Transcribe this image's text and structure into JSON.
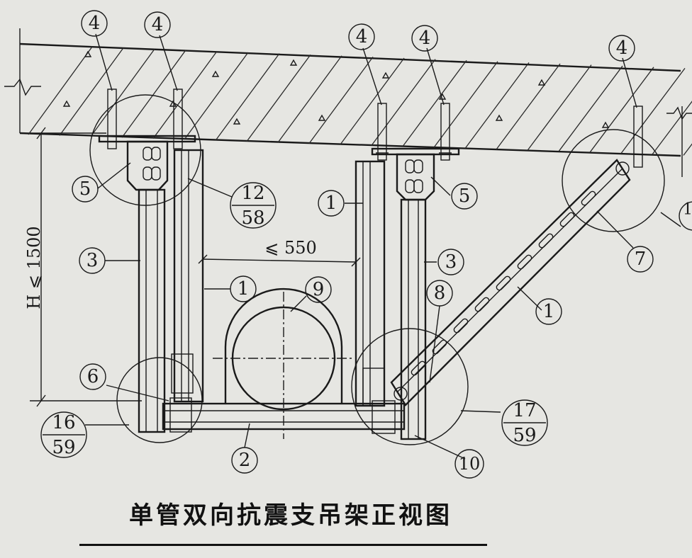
{
  "title": "单管双向抗震支吊架正视图",
  "dimensions": {
    "height": "H ⩽ 1500",
    "span": "⩽ 550"
  },
  "callouts": {
    "anchor_1": "4",
    "anchor_2": "4",
    "anchor_3": "4",
    "anchor_4": "4",
    "anchor_5": "4",
    "base_left": "5",
    "base_right": "5",
    "rod_mid_left": "1",
    "rod_upper_right": "1",
    "brace": "1",
    "channel_left": "3",
    "channel_right": "3",
    "pipe_clamp": "9",
    "brace_joint": "8",
    "bottom_rail": "2",
    "hinge_top": "7",
    "fitting_6": "6",
    "fitting_10": "10"
  },
  "detail_refs": {
    "top_left": {
      "num": "12",
      "den": "58"
    },
    "bottom_left": {
      "num": "16",
      "den": "59"
    },
    "bottom_right": {
      "num": "17",
      "den": "59"
    },
    "top_right_partial": "1"
  },
  "colors": {
    "paper": "#e6e6e2",
    "ink": "#1a1a1a"
  }
}
